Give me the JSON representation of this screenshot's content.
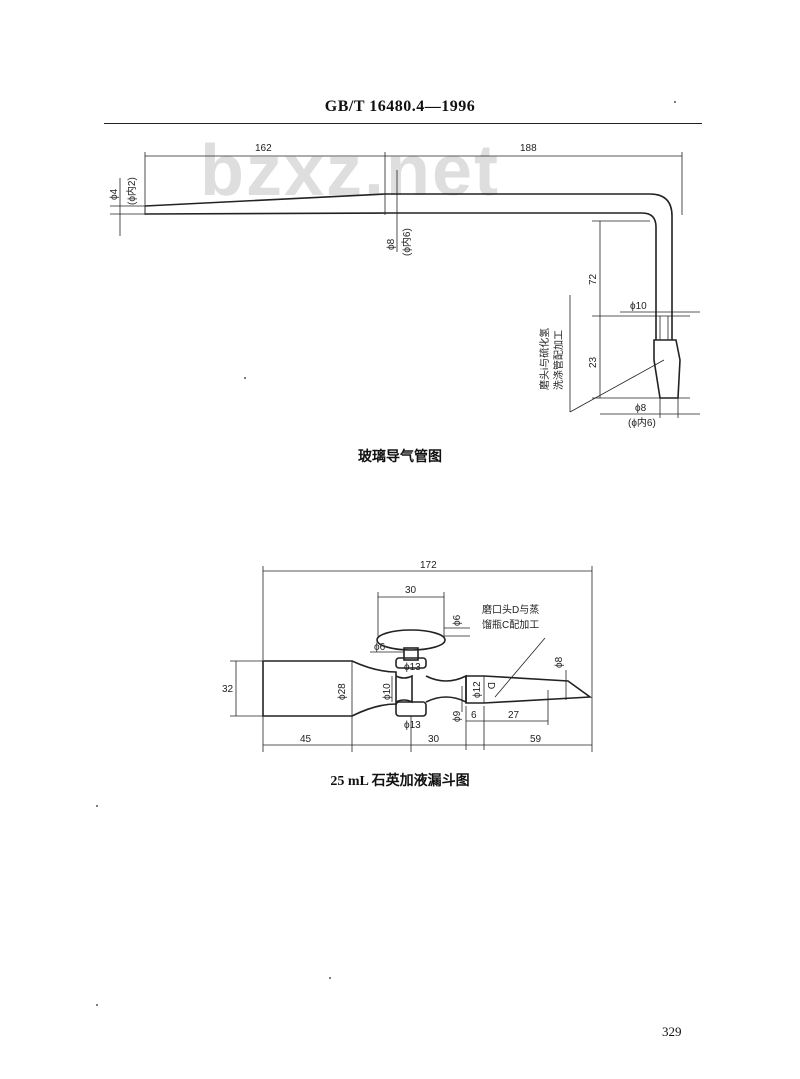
{
  "header": {
    "standard": "GB/T 16480.4—1996"
  },
  "watermark": {
    "text": "bzxz.net"
  },
  "figure1": {
    "caption": "玻璃导气管图",
    "dims": {
      "left_length": "162",
      "right_length": "188",
      "tip_od": "ϕ4",
      "tip_id": "(ϕ内2)",
      "mid_od": "ϕ8",
      "mid_id": "(ϕ内6)",
      "vertical": "72",
      "pipe_od": "ϕ10",
      "tip_len": "23",
      "bottom_od": "ϕ8",
      "bottom_id": "(ϕ内6)"
    },
    "note_line1": "磨头i与硫化氢",
    "note_line2": "洗涤管配加工"
  },
  "figure2": {
    "caption": "25 mL 石英加液漏斗图",
    "dims": {
      "total_length": "172",
      "handle_width": "30",
      "handle_thick": "ϕ6",
      "stem_d": "ϕ6",
      "top_d": "ϕ13",
      "bottom_d": "ϕ13",
      "height": "32",
      "body_d": "ϕ28",
      "neck_d": "ϕ10",
      "outlet_d": "ϕ9",
      "joint_d": "ϕ12",
      "d_label": "D",
      "tip_d": "ϕ8",
      "short": "6",
      "joint_len": "27",
      "left_len": "45",
      "mid_len": "30",
      "right_len": "59"
    },
    "note_line1": "磨口头D与蒸",
    "note_line2": "馏瓶C配加工"
  },
  "page_number": "329"
}
